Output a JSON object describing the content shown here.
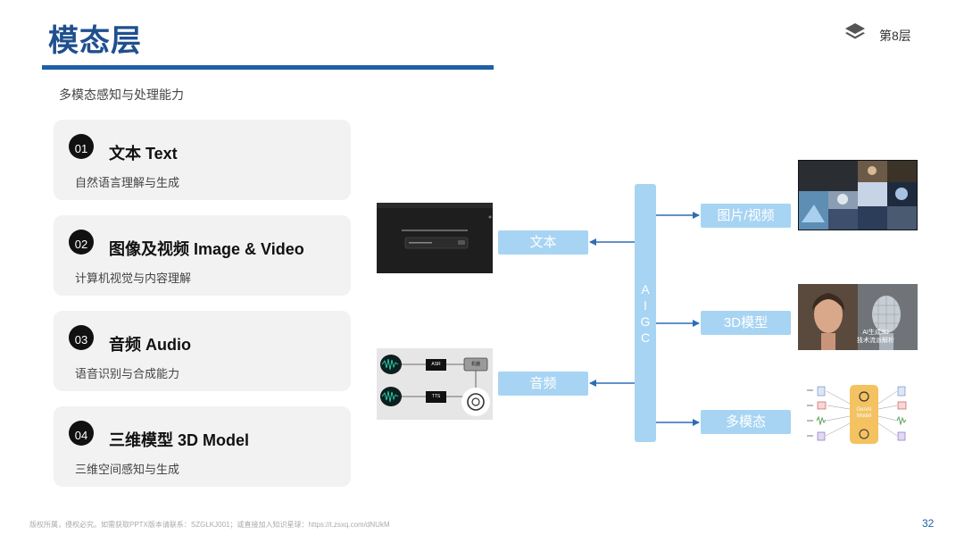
{
  "header": {
    "title": "模态层",
    "layer_label": "第8层",
    "icon": "layers-icon"
  },
  "subtitle": "多模态感知与处理能力",
  "cards": [
    {
      "num": "01",
      "title": "文本 Text",
      "desc": "自然语言理解与生成"
    },
    {
      "num": "02",
      "title": "图像及视频 Image & Video",
      "desc": "计算机视觉与内容理解"
    },
    {
      "num": "03",
      "title": "音频 Audio",
      "desc": "语音识别与合成能力"
    },
    {
      "num": "04",
      "title": "三维模型 3D Model",
      "desc": "三维空间感知与生成"
    }
  ],
  "diagram": {
    "aigc_letters": [
      "A",
      "I",
      "G",
      "C"
    ],
    "left_tags": {
      "text": "文本",
      "audio": "音频"
    },
    "right_tags": {
      "image": "图片/视频",
      "model3d": "3D模型",
      "multi": "多模态"
    },
    "thumb_text": {
      "asr": "ASR",
      "tts": "TTS",
      "bot": "机器",
      "render_caption_1": "AI生成3D",
      "render_caption_2": "技术流派解析",
      "genai_1": "GenAI",
      "genai_2": "Model"
    },
    "colors": {
      "accent_blue": "#1f5fa8",
      "tag_fill": "#a8d4f3",
      "arrow": "#2d6db5"
    }
  },
  "footer": {
    "copyright": "版权所属，侵权必究。如需获取PPTX版本请联系：SZGLKJ001；或直接加入知识星球：https://t.zsxq.com/dNUkM",
    "page_number": "32"
  }
}
